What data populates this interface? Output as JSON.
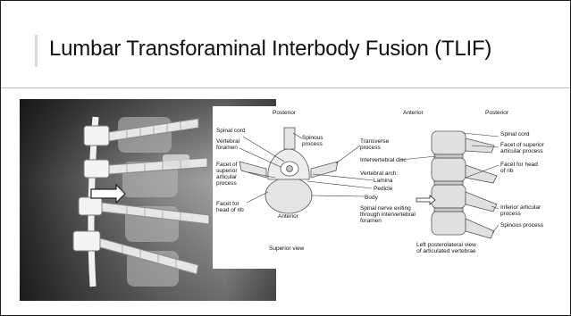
{
  "slide": {
    "title": "Lumbar Transforaminal Interbody Fusion (TLIF)"
  },
  "xray": {
    "caption": ""
  },
  "diagram": {
    "superior": {
      "posterior": "Posterior",
      "anterior": "Anterior",
      "view_caption": "Superior view",
      "labels": {
        "spinal_cord": "Spinal cord",
        "vertebral_foramen": "Vertebral\nforamen",
        "spinous_process": "Spinous\nprocess",
        "facet_superior": "Facet of\nsuperior\narticular\nprocess",
        "facet_head_rib": "Facet for\nhead of rib"
      }
    },
    "middle_labels": {
      "transverse_process": "Transverse\nprocess",
      "intervertebral_disc": "Intervertebral disc",
      "vertebral_arch": "Vertebral arch:",
      "lamina": "Lamina",
      "pedicle": "Pedicle",
      "body": "Body",
      "spinal_nerve": "Spinal nerve exiting\nthrough intervertebral\nforamen"
    },
    "lateral": {
      "anterior": "Anterior",
      "posterior": "Posterior",
      "view_caption": "Left posterolateral view\nof articulated vertebrae",
      "labels": {
        "spinal_cord": "Spinal cord",
        "facet_superior": "Facet of superior\narticular process",
        "facet_head_rib": "Facet for head\nof rib",
        "inferior_articular": "Inferior articular\nprocess",
        "spinous_process": "Spinous process"
      }
    }
  }
}
